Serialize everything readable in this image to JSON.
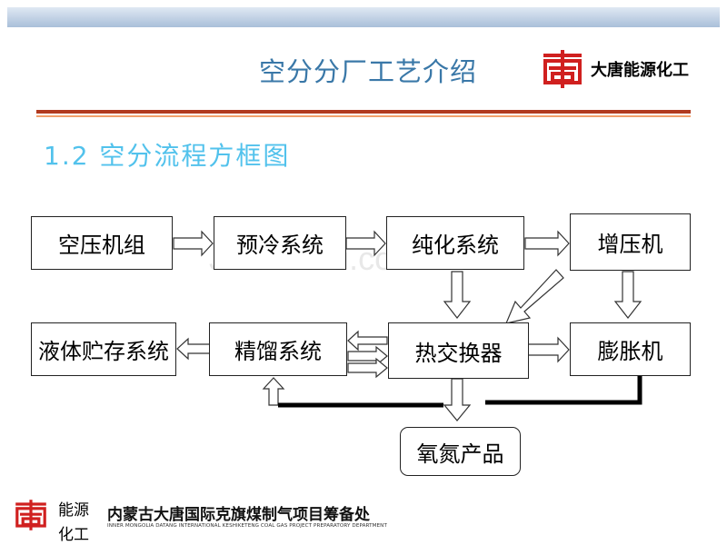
{
  "header": {
    "title": "空分分厂工艺介绍",
    "brand_name": "大唐能源化工",
    "logo_icon": "datang-logo-icon",
    "accent_color": "#b13a1f"
  },
  "section": {
    "heading": "1.2 空分流程方框图"
  },
  "diagram": {
    "nodes": {
      "air_compressor": "空压机组",
      "precooling": "预冷系统",
      "purification": "纯化系统",
      "booster": "增压机",
      "liquid_storage": "液体贮存系统",
      "rectification": "精馏系统",
      "heat_exchanger": "热交换器",
      "expander": "膨胀机",
      "products": "氧氮产品"
    }
  },
  "watermark": "Jinchutou.com",
  "footer": {
    "logo_icon": "datang-logo-icon",
    "unit_line1": "能源",
    "unit_line2": "化工",
    "org_cn": "内蒙古大唐国际克旗煤制气项目筹备处",
    "org_en": "INNER MONGOLIA DATANG INTERNATIONAL KESHIKETENG COAL GAS PROJECT PREPARATORY DEPARTMENT"
  }
}
